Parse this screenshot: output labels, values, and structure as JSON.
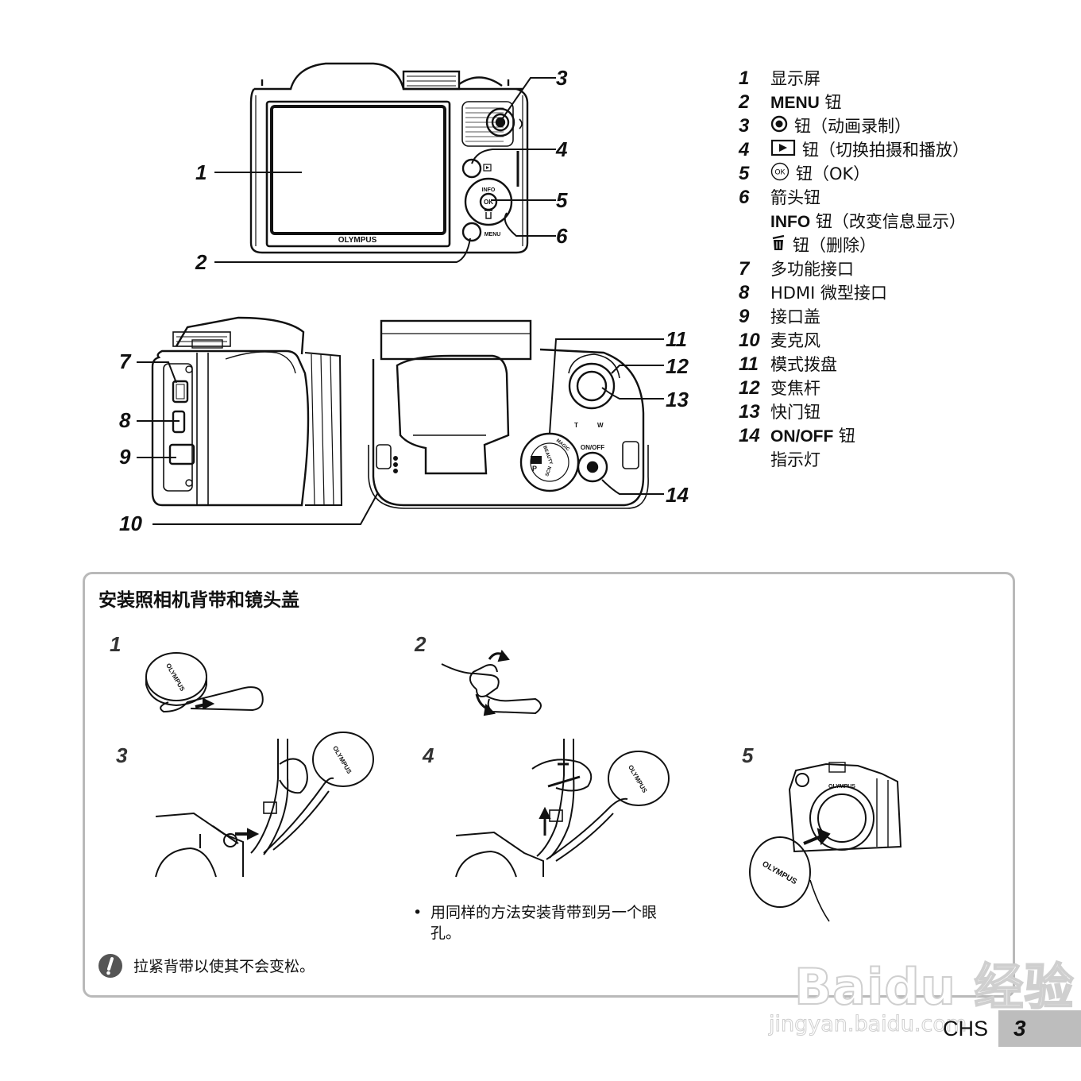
{
  "callouts": {
    "c1": "1",
    "c2": "2",
    "c3": "3",
    "c4": "4",
    "c5": "5",
    "c6": "6",
    "c7": "7",
    "c8": "8",
    "c9": "9",
    "c10": "10",
    "c11": "11",
    "c12": "12",
    "c13": "13",
    "c14": "14"
  },
  "camera_labels": {
    "brand": "OLYMPUS",
    "info": "INFO",
    "ok": "OK",
    "menu": "MENU",
    "onoff": "ON/OFF",
    "zoom_t": "T",
    "zoom_w": "W",
    "dial_p": "P",
    "dial_beauty": "BEAUTY",
    "dial_magic": "MAGIC",
    "dial_scn": "SCN"
  },
  "parts": [
    {
      "num": "1",
      "text": "显示屏"
    },
    {
      "num": "2",
      "key": "MENU",
      "text": "钮"
    },
    {
      "num": "3",
      "icon": "movie-record-icon",
      "text": "钮（动画录制）"
    },
    {
      "num": "4",
      "icon": "playback-icon",
      "text": "钮（切换拍摄和播放）"
    },
    {
      "num": "5",
      "icon": "ok-icon",
      "icon_text": "OK",
      "text": "钮（OK）"
    },
    {
      "num": "6",
      "text": "箭头钮"
    },
    {
      "num": "",
      "key": "INFO",
      "text": "钮（改变信息显示）"
    },
    {
      "num": "",
      "icon": "trash-icon",
      "text": "钮（删除）"
    },
    {
      "num": "7",
      "text": "多功能接口"
    },
    {
      "num": "8",
      "text": "HDMI 微型接口"
    },
    {
      "num": "9",
      "text": "接口盖"
    },
    {
      "num": "10",
      "text": "麦克风"
    },
    {
      "num": "11",
      "text": "模式拨盘"
    },
    {
      "num": "12",
      "text": "变焦杆"
    },
    {
      "num": "13",
      "text": "快门钮"
    },
    {
      "num": "14",
      "key": "ON/OFF",
      "text": "钮"
    },
    {
      "num": "",
      "text": "指示灯"
    }
  ],
  "strap_section": {
    "title": "安装照相机背带和镜头盖",
    "steps": [
      "1",
      "2",
      "3",
      "4",
      "5"
    ],
    "cap_brand": "OLYMPUS",
    "bullet": "•",
    "step4_note_line1": "用同样的方法安装背带到另一个眼",
    "step4_note_line2": "孔。",
    "caution": "拉紧背带以使其不会变松。"
  },
  "footer": {
    "lang": "CHS",
    "page": "3"
  },
  "watermark": {
    "line1": "Baidu 经验",
    "line2": "jingyan.baidu.com"
  }
}
